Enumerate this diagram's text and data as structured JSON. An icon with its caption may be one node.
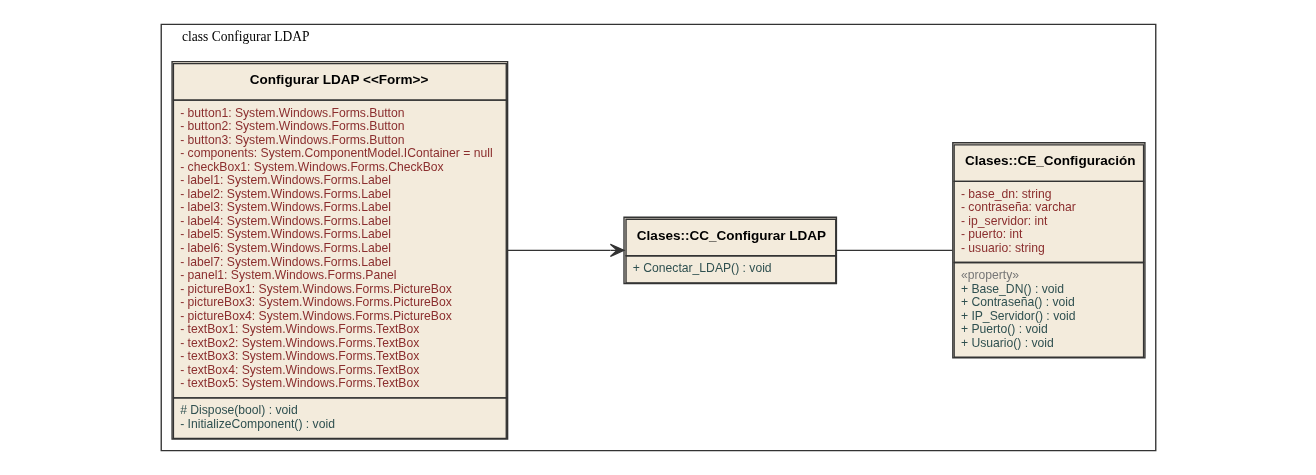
{
  "diagram": {
    "nodes": [
      {
        "text": [
          "class Configurar LDAP"
        ]
      },
      {
        "text": [
          "Configurar LDAP <<Form>>",
          "- button1: System.Windows.Forms.Button",
          "- button2: System.Windows.Forms.Button",
          "- button3: System.Windows.Forms.Button",
          "- components: System.ComponentModel.IContainer = null",
          "- checkBox1: System.Windows.Forms.CheckBox",
          "- label1: System.Windows.Forms.Label",
          "- label2: System.Windows.Forms.Label",
          "- label3: System.Windows.Forms.Label",
          "- label4: System.Windows.Forms.Label",
          "- label5: System.Windows.Forms.Label",
          "- label6: System.Windows.Forms.Label",
          "- label7: System.Windows.Forms.Label",
          "- panel1: System.Windows.Forms.Panel",
          "- pictureBox1: System.Windows.Forms.PictureBox",
          "- pictureBox3: System.Windows.Forms.PictureBox",
          "- pictureBox4: System.Windows.Forms.PictureBox",
          "- textBox1: System.Windows.Forms.TextBox",
          "- textBox2: System.Windows.Forms.TextBox",
          "- textBox3: System.Windows.Forms.TextBox",
          "- textBox4: System.Windows.Forms.TextBox",
          "- textBox5: System.Windows.Forms.TextBox",
          "# Dispose(bool) : void",
          "- InitializeComponent() : void"
        ],
        "in": 0
      },
      {
        "text": [
          "Clases::CC_Configurar LDAP",
          "+ Conectar_LDAP() : void"
        ],
        "in": 0
      },
      {
        "text": [
          "Clases::CE_Configuración",
          "- base_dn: string",
          "- contraseña: varchar",
          "- ip_servidor: int",
          "- puerto: int",
          "- usuario: string",
          "«property»",
          "+ Base_DN() : void",
          "+ Contraseña() : void",
          "+ IP_Servidor() : void",
          "+ Puerto() : void",
          "+ Usuario() : void"
        ],
        "in": 0
      }
    ],
    "edges": [
      {
        "from": 1,
        "to": 2,
        "arrow": "to"
      },
      {
        "from": 2,
        "to": 3,
        "arrow": "none"
      }
    ]
  }
}
